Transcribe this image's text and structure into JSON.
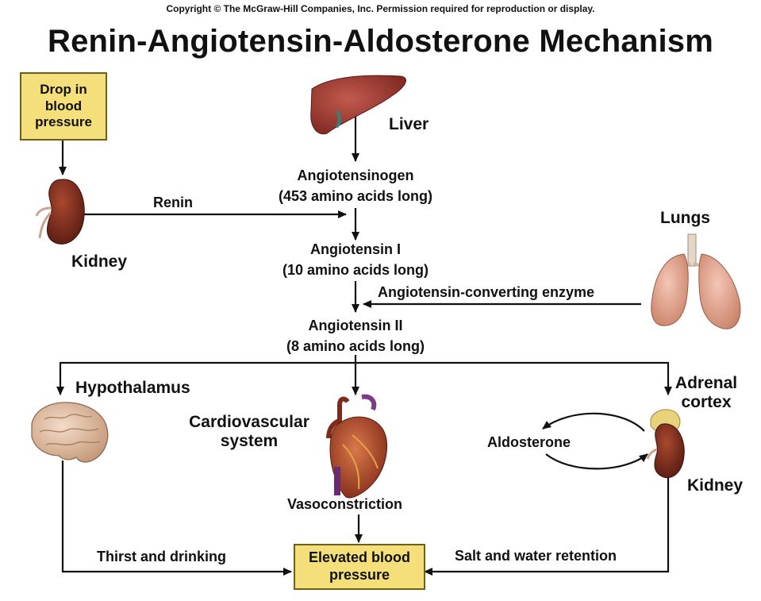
{
  "copyright": "Copyright © The McGraw-Hill Companies, Inc. Permission required for reproduction or display.",
  "title": "Renin-Angiotensin-Aldosterone Mechanism",
  "boxes": {
    "drop": [
      "Drop in",
      "blood",
      "pressure"
    ],
    "elevated": [
      "Elevated blood",
      "pressure"
    ]
  },
  "labels": {
    "liver": "Liver",
    "kidney_left": "Kidney",
    "renin": "Renin",
    "angiotensinogen": "Angiotensinogen",
    "angiotensinogen_len": "(453 amino acids long)",
    "lungs": "Lungs",
    "angiotensin1": "Angiotensin I",
    "angiotensin1_len": "(10 amino acids long)",
    "ace": "Angiotensin-converting enzyme",
    "angiotensin2": "Angiotensin II",
    "angiotensin2_len": "(8 amino acids long)",
    "hypothalamus": "Hypothalamus",
    "cardio": [
      "Cardiovascular",
      "system"
    ],
    "adrenal": [
      "Adrenal",
      "cortex"
    ],
    "aldosterone": "Aldosterone",
    "kidney_right": "Kidney",
    "vasoconstriction": "Vasoconstriction",
    "thirst": "Thirst and drinking",
    "salt": "Salt and water retention"
  },
  "colors": {
    "box_fill": "#f4df7a",
    "liver": "#9e3a34",
    "kidney": "#7d2a1e",
    "lungs": "#e4a994",
    "brain": "#e6c2a6",
    "heart": "#b2432c",
    "adrenal": "#e8d27c"
  }
}
